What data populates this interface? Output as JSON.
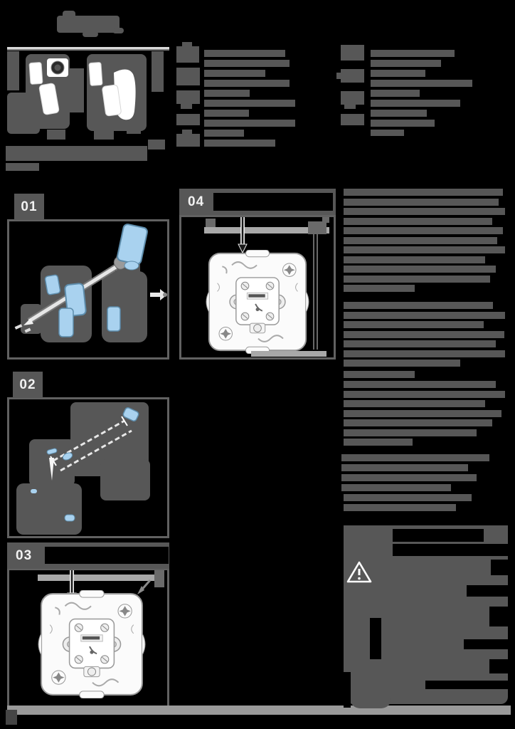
{
  "document": {
    "type": "installation-instruction-sheet",
    "steps": [
      {
        "label": "01"
      },
      {
        "label": "02"
      },
      {
        "label": "03"
      },
      {
        "label": "04"
      }
    ],
    "notes": "All body text, legend text, captions, titles and the brand logo are redacted (solid grey blocks); only the step numbers 01–04 are legible."
  },
  "colors": {
    "page_background": "#000000",
    "redaction_grey": "#575757",
    "box_border_grey": "#616161",
    "step_number_text": "#f2f2f2",
    "highlight_blue": "#a9d2ef",
    "highlight_blue_stroke": "#5d8cab",
    "line_art_white": "#fbfbfb",
    "wall_bar_grey": "#a8a8a8",
    "footer_bar_grey": "#9a9a9a",
    "warning_triangle": "#ffffff"
  },
  "icons": [
    "warning-triangle-icon",
    "screwdriver-icon",
    "arrow-down-icon",
    "arrow-right-icon"
  ],
  "redactions": {
    "logo": [
      [
        80,
        22,
        88,
        24
      ],
      [
        88,
        15,
        18,
        11
      ],
      [
        116,
        44,
        22,
        8
      ],
      [
        158,
        39,
        16,
        8
      ]
    ],
    "caption": [
      [
        8,
        205,
        199,
        21
      ],
      [
        208,
        196,
        24,
        14
      ],
      [
        8,
        229,
        47,
        11
      ]
    ],
    "legend_a_icons": [
      [
        256,
        59,
        14,
        6
      ],
      [
        248,
        65,
        32,
        23
      ],
      [
        248,
        95,
        33,
        25
      ],
      [
        248,
        127,
        33,
        19
      ],
      [
        254,
        146,
        16,
        7
      ],
      [
        248,
        160,
        33,
        16
      ],
      [
        256,
        182,
        14,
        6
      ],
      [
        248,
        188,
        33,
        18
      ]
    ],
    "legend_a_text": [
      [
        287,
        70,
        114,
        10
      ],
      [
        287,
        84,
        120,
        10
      ],
      [
        287,
        98,
        86,
        10
      ],
      [
        287,
        112,
        120,
        10
      ],
      [
        287,
        126,
        64,
        10
      ],
      [
        287,
        140,
        128,
        10
      ],
      [
        287,
        154,
        63,
        10
      ],
      [
        287,
        168,
        128,
        10
      ],
      [
        287,
        182,
        56,
        10
      ],
      [
        287,
        196,
        100,
        10
      ]
    ],
    "legend_b_icons": [
      [
        479,
        63,
        33,
        22
      ],
      [
        473,
        102,
        7,
        9
      ],
      [
        479,
        97,
        33,
        19
      ],
      [
        479,
        128,
        33,
        19
      ],
      [
        484,
        147,
        16,
        6
      ],
      [
        479,
        160,
        33,
        16
      ]
    ],
    "legend_b_text": [
      [
        521,
        70,
        118,
        10
      ],
      [
        521,
        84,
        99,
        10
      ],
      [
        521,
        98,
        77,
        10
      ],
      [
        521,
        112,
        143,
        10
      ],
      [
        521,
        126,
        69,
        10
      ],
      [
        521,
        140,
        126,
        10
      ],
      [
        521,
        154,
        79,
        10
      ],
      [
        521,
        168,
        90,
        10
      ],
      [
        521,
        182,
        47,
        9
      ]
    ],
    "right_para_a": [
      [
        483,
        265,
        224,
        10
      ],
      [
        483,
        279,
        218,
        10
      ],
      [
        483,
        292,
        227,
        10
      ],
      [
        483,
        306,
        209,
        10
      ],
      [
        483,
        319,
        224,
        10
      ],
      [
        483,
        333,
        216,
        10
      ],
      [
        483,
        346,
        227,
        10
      ],
      [
        483,
        360,
        199,
        10
      ],
      [
        483,
        373,
        214,
        10
      ],
      [
        483,
        387,
        206,
        10
      ],
      [
        483,
        400,
        100,
        10
      ]
    ],
    "right_para_b": [
      [
        483,
        424,
        210,
        10
      ],
      [
        483,
        438,
        227,
        10
      ],
      [
        483,
        451,
        197,
        10
      ],
      [
        483,
        465,
        226,
        10
      ],
      [
        483,
        478,
        214,
        10
      ],
      [
        483,
        492,
        227,
        10
      ],
      [
        483,
        505,
        164,
        10
      ]
    ],
    "right_heading": [
      [
        483,
        521,
        100,
        10
      ]
    ],
    "right_para_c": [
      [
        483,
        535,
        214,
        10
      ],
      [
        483,
        549,
        227,
        10
      ],
      [
        483,
        562,
        199,
        10
      ],
      [
        483,
        576,
        222,
        10
      ],
      [
        483,
        589,
        209,
        10
      ],
      [
        483,
        603,
        187,
        10
      ],
      [
        483,
        616,
        97,
        10
      ]
    ],
    "right_bullets": [
      [
        480,
        638,
        208,
        10
      ],
      [
        480,
        652,
        178,
        10
      ],
      [
        480,
        666,
        190,
        10
      ],
      [
        480,
        680,
        154,
        10
      ]
    ],
    "right_para_d": [
      [
        483,
        694,
        180,
        10
      ],
      [
        483,
        708,
        158,
        10
      ]
    ],
    "box3_title_cut": [
      [
        63,
        768,
        174,
        24,
        "#000000"
      ]
    ],
    "box4_title_cut": [
      [
        300,
        271,
        168,
        25,
        "#000000"
      ]
    ],
    "warning_cuts": [
      [
        552,
        743,
        128,
        18,
        "#000000"
      ],
      [
        552,
        764,
        162,
        17,
        "#000000"
      ],
      [
        690,
        786,
        24,
        22,
        "#000000"
      ],
      [
        656,
        822,
        58,
        16,
        "#000000"
      ],
      [
        688,
        852,
        26,
        28,
        "#000000"
      ],
      [
        652,
        898,
        62,
        14,
        "#000000"
      ],
      [
        688,
        926,
        26,
        20,
        "#000000"
      ],
      [
        598,
        956,
        116,
        12,
        "#000000"
      ],
      [
        520,
        868,
        16,
        58,
        "#000000"
      ],
      [
        483,
        944,
        10,
        50,
        "#000000"
      ]
    ]
  }
}
